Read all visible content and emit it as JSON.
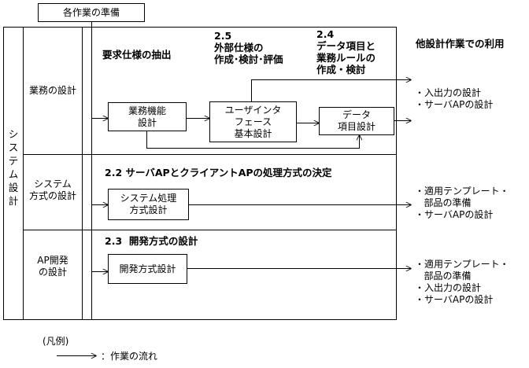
{
  "header_box": "各作業の準備",
  "outer_label": "システム設計",
  "rows": {
    "business": "業務の設計",
    "system": "システム\n方式の設計",
    "ap": "AP開発\nの設計"
  },
  "sections": {
    "extract": "要求仕様の抽出",
    "ext_spec": "2.5\n外部仕様の\n作成･検討･評価",
    "data_items": "2.4\nデータ項目と\n業務ルールの\n作成・検討",
    "s22": "2.2 サーバAPとクライアントAPの処理方式の決定",
    "s23": "2.3  開発方式の設計"
  },
  "boxes": {
    "business_func": "業務機能\n設計",
    "ui_design": "ユーザインタ\nフェース\n基本設計",
    "data_design": "データ\n項目設計",
    "sys_proc": "システム処理\n方式設計",
    "dev_method": "開発方式設計"
  },
  "right_title": "他設計作業での利用",
  "outputs": {
    "business": "・入出力の設計\n・サーバAPの設計",
    "system": "・適用テンプレート・\n   部品の準備\n・サーバAPの設計",
    "ap": "・適用テンプレート・\n   部品の準備\n・入出力の設計\n・サーバAPの設計"
  },
  "legend": {
    "title": "(凡例)",
    "text": "：作業の流れ"
  }
}
